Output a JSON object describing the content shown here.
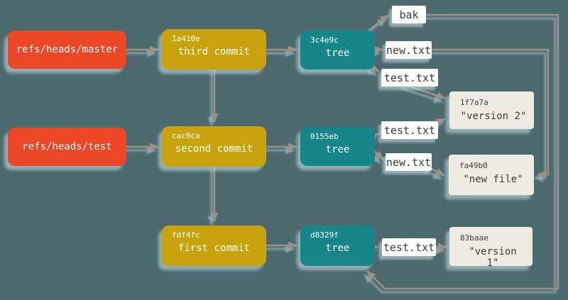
{
  "refs": [
    {
      "name": "refs/heads/master"
    },
    {
      "name": "refs/heads/test"
    }
  ],
  "commits": [
    {
      "hash": "1a410e",
      "label": "third commit"
    },
    {
      "hash": "cac0ca",
      "label": "second commit"
    },
    {
      "hash": "fdf4fc",
      "label": "first commit"
    }
  ],
  "trees": [
    {
      "hash": "3c4e9c",
      "label": "tree"
    },
    {
      "hash": "0155eb",
      "label": "tree"
    },
    {
      "hash": "d8329f",
      "label": "tree"
    }
  ],
  "blobs": [
    {
      "hash": "1f7a7a",
      "label": "\"version 2\""
    },
    {
      "hash": "fa49b0",
      "label": "\"new file\""
    },
    {
      "hash": "83baae",
      "label": "\"version 1\""
    }
  ],
  "file_labels": [
    {
      "text": "bak"
    },
    {
      "text": "new.txt"
    },
    {
      "text": "test.txt"
    },
    {
      "text": "test.txt"
    },
    {
      "text": "new.txt"
    },
    {
      "text": "test.txt"
    }
  ],
  "edges": [
    {
      "from": "refs/heads/master",
      "to": "1a410e"
    },
    {
      "from": "refs/heads/test",
      "to": "cac0ca"
    },
    {
      "from": "1a410e",
      "to": "cac0ca"
    },
    {
      "from": "cac0ca",
      "to": "fdf4fc"
    },
    {
      "from": "1a410e",
      "to": "3c4e9c"
    },
    {
      "from": "cac0ca",
      "to": "0155eb"
    },
    {
      "from": "fdf4fc",
      "to": "d8329f"
    },
    {
      "from": "3c4e9c",
      "to": "d8329f",
      "via": "bak"
    },
    {
      "from": "3c4e9c",
      "to": "fa49b0",
      "via": "new.txt"
    },
    {
      "from": "3c4e9c",
      "to": "1f7a7a",
      "via": "test.txt"
    },
    {
      "from": "0155eb",
      "to": "1f7a7a",
      "via": "test.txt"
    },
    {
      "from": "0155eb",
      "to": "fa49b0",
      "via": "new.txt"
    },
    {
      "from": "d8329f",
      "to": "83baae",
      "via": "test.txt"
    }
  ],
  "colors": {
    "background": "#4d696d",
    "ref_box": "#eb4726",
    "commit_box": "#c9a30e",
    "tree_box": "#16868b",
    "blob_box": "#edebe2",
    "file_label_bg": "#fefefe",
    "connector": "#9a9187",
    "text_on_color": "#ffffff",
    "text_dark": "#3e3e3e",
    "shadow": "#cfe8f3"
  }
}
